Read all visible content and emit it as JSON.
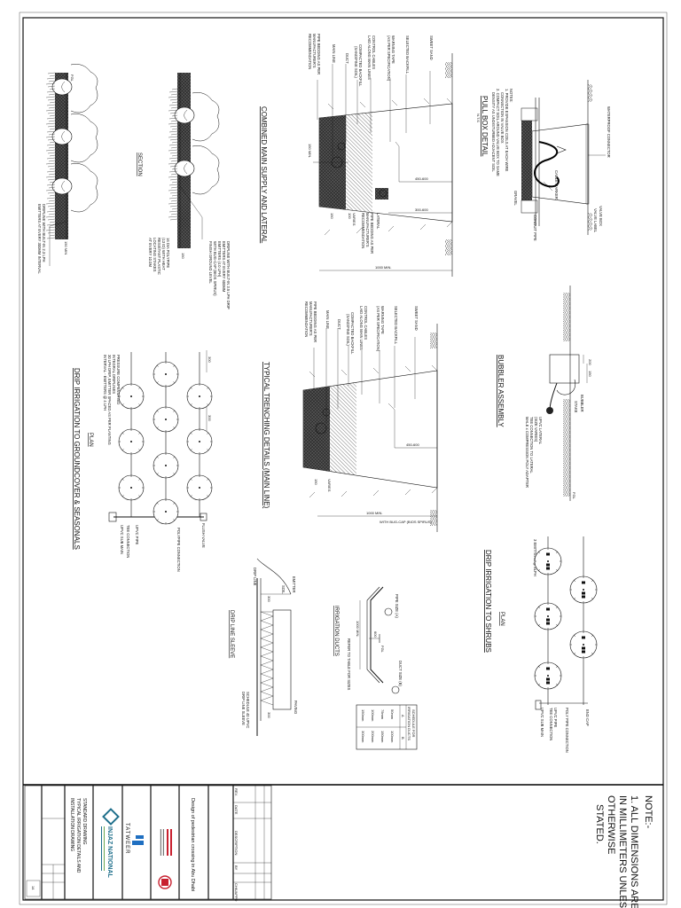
{
  "pull_box": {
    "title": "PULL BOX DETAIL",
    "scale": "N.T.S",
    "labels": {
      "connector": "WATERPROOF CONNECTOR",
      "valve_box": "VALVE BOX",
      "valve_label": "VALVE LABEL",
      "cable_marker": "CABLE MARKER",
      "gravel": "GRAVEL",
      "conduit": "CONDUIT PIPE"
    },
    "notes_heading": "NOTES:",
    "notes": [
      "1. PROVIDE EXPANSION COILS AT EACH WIRE",
      "CONNECTION IN VALVE BOX",
      "2. COMPACT SOIL AROUND VALVE BOX TO SAME",
      "DENSITY AS UNDISTURBED ADJACENT SOIL"
    ]
  },
  "bubbler": {
    "title": "BUBBLER ASSEMBLY",
    "labels": {
      "bubbler": "BUBBLER",
      "stake": "STAKE",
      "lateral": [
        "UPVC LATERAL",
        "(SIZE VARIES)"
      ],
      "tee": "TEE CONNECTION TO LATERAL",
      "adapter": "MALE x COMPRESSION POLY ADAPTER",
      "fgl": "FGL"
    },
    "dims": [
      "200",
      "150"
    ]
  },
  "shrubs_plan": {
    "plan": "PLAN",
    "title": "DRIP IRRIGATION TO SHRUBS",
    "labels": {
      "emitters": "3 EMITTERS @ 8LPH",
      "end_cap": "END CAP",
      "poly": "POLY PIPE CONNECTION",
      "upvc_pipe": "UPVC PIPE",
      "tee": "TEE CONNECTION",
      "sub_main": "UPVC SUB MAIN"
    }
  },
  "combined_trench": {
    "title": "COMBINED MAIN SUPPLY AND LATERAL",
    "labels": [
      "SWEET SAND",
      "SELECTED BACKFILL",
      "WARNING TAPE",
      "(AS PER SPECIFICATION)",
      "CONTROL CABLES",
      "LAID ALONG MAIN LINES",
      "COMPACTED BACKFILL",
      "(SAND/FINE SOIL)",
      "DUCT",
      "MAIN LINE",
      "PIPE BEDDING AS PER",
      "MANUFACTURER'S",
      "RECOMMENDATION"
    ],
    "lateral_labels": [
      "LATERAL",
      "PIPE BEDDING AS PER",
      "MANUFACTURER'S",
      "RECOMMENDATION"
    ],
    "dims": {
      "total": "1000 MIN.",
      "main_depth": "450-600",
      "lateral_depth": "300-600",
      "bed": "150",
      "b2": "100",
      "varies": "VARIES",
      "cover": "150 MIN."
    }
  },
  "main_trench": {
    "title": "TYPICAL TRENCHING DETAILS (MAIN LINE)",
    "labels": [
      "SWEET SAND",
      "SELECTED BACKFILL",
      "WARNING TAPE",
      "(AS PER SPECIFICATION)",
      "CONTROL CABLES",
      "LAID ALONG MAIN LINES",
      "COMPACTED BACKFILL",
      "(SAND/FINE SOIL)",
      "DUCT",
      "MAIN LINE",
      "PIPE BEDDING AS PER",
      "MANUFACTURER'S",
      "RECOMMENDATION"
    ],
    "side_label": "WITH BUG-CAP (BIOS SPIRUS)",
    "dims": {
      "total": "1000 MIN.",
      "depth": "450-600",
      "bed": "150",
      "varies": "VARIES"
    }
  },
  "ducts": {
    "title": "IRRIGATION DUCTS",
    "labels": {
      "pipe": "PIPE SIZE (A)",
      "duct": "DUCT SIZE (B)",
      "refer": "REFER TO TABLE FOR SIZES",
      "fgl": "FGL"
    },
    "dims": {
      "depth": "600",
      "len": "1000 MIN."
    },
    "table": {
      "title": [
        "SCHEDULE FOR",
        "IRRIGATION DUCTS"
      ],
      "headers": [
        "A",
        "B"
      ],
      "rows": [
        [
          "50mm",
          "100mm"
        ],
        [
          "75mm",
          "150mm"
        ],
        [
          "100mm",
          "200mm"
        ],
        [
          "150mm",
          "300mm"
        ]
      ]
    }
  },
  "sleeve": {
    "title": "DRIP LINE SLEEVE",
    "labels": {
      "drip": "DRIP LINE",
      "soil": "SOIL",
      "emitter": "EMITTER",
      "paving": "PAVING",
      "sleeve": [
        "SCHEDULE 40 UPVC",
        "DRIP LINE SLEEVE"
      ]
    },
    "dims": [
      "300",
      "300"
    ]
  },
  "section": {
    "title": "SECTION",
    "labels": {
      "dripline_a": [
        "DRIPLINE WITH BUILT-IN 2.3 LPH",
        "EMITTERS AT EVERY 300MM INTERVAL"
      ],
      "polypipe": [
        "16 DIA POLYPIPE",
        "(13 ID) WITH HEAT",
        "RESISTANT PLASTIC",
        "LOCATING STAKES",
        "AT EVERY 10.0M"
      ],
      "dripline_b": [
        "DRIPLINE WITH BUILT-IN 3.5 LPH DRIP",
        "EMITTERS AT EVERY 600MM",
        "EMITTERS (4.0 LPH)",
        "WITH BUG-CAP (BIOS SPIRUS)",
        "FINISH GROUND LEVEL"
      ],
      "fgl": "FGL"
    },
    "dims": [
      "150 MIN",
      "150"
    ]
  },
  "groundcover_plan": {
    "plan": "PLAN",
    "title": "DRIP IRRIGATION TO GROUNDCOVER & SEASONALS",
    "labels": {
      "pc": [
        "PRESSURE COMPENSATED",
        "INTEGRAL DRIPLINES",
        "30 LPH DRIP, EMITTER SPACED AS PER PLANTING",
        "INTERVAL - EMITTERS @ 4 LPH"
      ],
      "flush": "FLUSH VALVE",
      "poly": "POLYPIPE CONNECTION",
      "upvc_pipe": "UPVC PIPE",
      "tee": "TEE CONNECTION",
      "sub_main": "UPVC SUB MAIN"
    },
    "dims": [
      "300",
      "300"
    ]
  },
  "notes": {
    "heading": "NOTE:-",
    "lines": [
      "1. ALL DIMENSIONS ARE",
      "IN MILLIMETERS UNLESS",
      "OTHERWISE",
      "STATED."
    ]
  },
  "title_block": {
    "rev_headers": [
      "REV.",
      "DATE",
      "DESCRIPTION",
      "BY",
      "CHK/APPD"
    ],
    "project": "Design of pedestrian crossing in Abu Dhabi",
    "consultant_1": "TATWEER",
    "consultant_2": "INJAZ NATIONAL",
    "drawing_title": [
      "STANDARD DRAWING",
      "TYPICAL IRRIGATION DETAILS AND",
      "INSTALLATION DRAWING"
    ],
    "sheet_no": "14",
    "colors": {
      "municipality": "#c8202f",
      "tatweer": "#1f6fc1",
      "injaz": "#1f6f8b"
    }
  }
}
